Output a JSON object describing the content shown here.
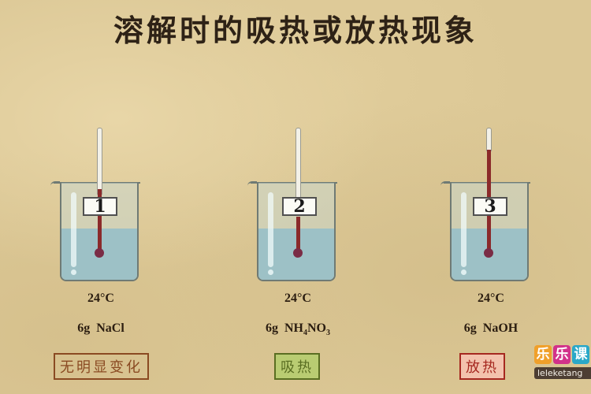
{
  "title": "溶解时的吸热或放热现象",
  "experiments": [
    {
      "number": "1",
      "temperature": "24°C",
      "mass": "6g",
      "solute": "NaCl",
      "result": "无明显变化",
      "thermometer_level": "normal",
      "result_color": "#8a4a22"
    },
    {
      "number": "2",
      "temperature": "24°C",
      "mass": "6g",
      "solute_parts": [
        "NH",
        "4",
        "NO",
        "3"
      ],
      "result": "吸热",
      "thermometer_level": "low",
      "result_color": "#5a6e22"
    },
    {
      "number": "3",
      "temperature": "24°C",
      "mass": "6g",
      "solute": "NaOH",
      "result": "放热",
      "thermometer_level": "high",
      "result_color": "#a62820"
    }
  ],
  "logo": {
    "chars": [
      "乐",
      "乐",
      "课"
    ],
    "url": "leleketang"
  },
  "colors": {
    "background": "#dcc896",
    "water": "#9dc1c6",
    "mercury": "#8b2a2a"
  }
}
